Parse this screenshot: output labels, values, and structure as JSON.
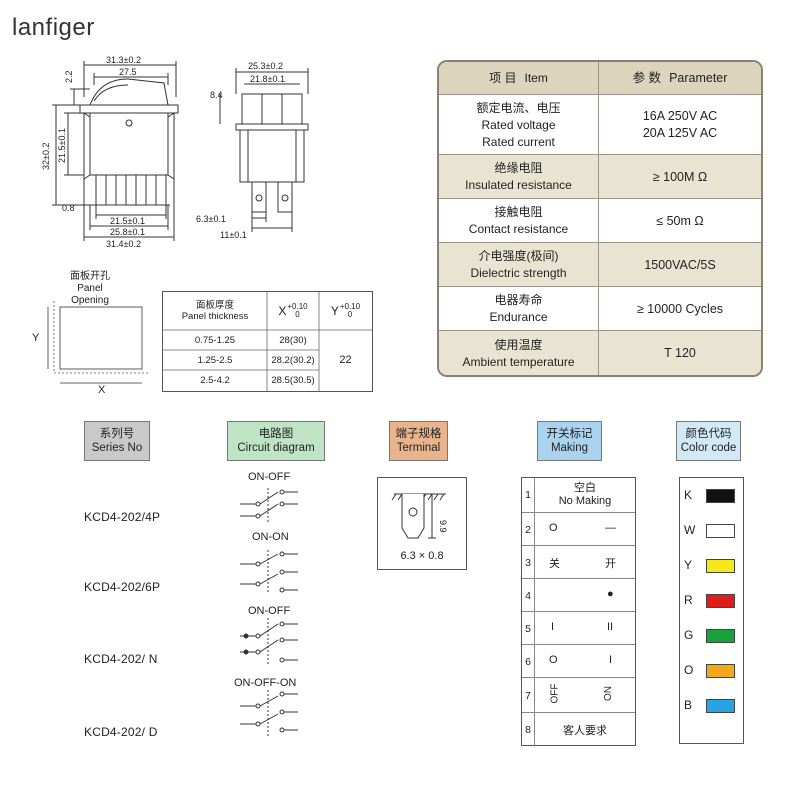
{
  "brand": "lanfiger",
  "front_view": {
    "dim_top_outer": "31.3±0.2",
    "dim_top_inner": "27.5",
    "dim_left_small": "2.2",
    "dim_left_height": "32±0.2",
    "dim_left_body": "21.5±0.1",
    "dim_left_bottom": "0.8",
    "dim_bottom_1": "21.5±0.1",
    "dim_bottom_2": "25.8±0.1",
    "dim_bottom_3": "31.4±0.2"
  },
  "side_view": {
    "dim_top_outer": "25.3±0.2",
    "dim_top_inner": "21.8±0.1",
    "dim_left": "8.4",
    "dim_terminal": "6.3±0.1",
    "dim_spacing": "11±0.1"
  },
  "panel_opening": {
    "title_cn": "面板开孔",
    "title_en": "Panel Opening",
    "x_label": "X",
    "y_label": "Y"
  },
  "thickness_table": {
    "header_thickness_cn": "面板厚度",
    "header_thickness_en": "Panel thickness",
    "header_x": "X",
    "header_x_tol_plus": "+0.10",
    "header_x_tol_zero": "0",
    "header_y": "Y",
    "header_y_tol_plus": "+0.10",
    "header_y_tol_zero": "0",
    "rows": [
      {
        "thickness": "0.75-1.25",
        "x": "28(30)"
      },
      {
        "thickness": "1.25-2.5",
        "x": "28.2(30.2)"
      },
      {
        "thickness": "2.5-4.2",
        "x": "28.5(30.5)"
      }
    ],
    "y_value": "22"
  },
  "params": {
    "header_item_cn": "项 目",
    "header_item_en": "Item",
    "header_param_cn": "参 数",
    "header_param_en": "Parameter",
    "rows": [
      {
        "cn": "额定电流、电压",
        "en1": "Rated voltage",
        "en2": "Rated current",
        "v1": "16A 250V AC",
        "v2": "20A 125V AC"
      },
      {
        "cn": "绝缘电阻",
        "en1": "Insulated resistance",
        "v1": "≥ 100M Ω"
      },
      {
        "cn": "接触电阻",
        "en1": "Contact resistance",
        "v1": "≤ 50m Ω"
      },
      {
        "cn": "介电强度(极间)",
        "en1": "Dielectric strength",
        "v1": "1500VAC/5S"
      },
      {
        "cn": "电器寿命",
        "en1": "Endurance",
        "v1": "≥ 10000 Cycles"
      },
      {
        "cn": "使用温度",
        "en1": "Ambient temperature",
        "v1": "T 120"
      }
    ]
  },
  "headers": {
    "series_cn": "系列号",
    "series_en": "Series No",
    "circuit_cn": "电路图",
    "circuit_en": "Circuit diagram",
    "terminal_cn": "端子规格",
    "terminal_en": "Terminal",
    "making_cn": "开关标记",
    "making_en": "Making",
    "color_cn": "颜色代码",
    "color_en": "Color code"
  },
  "colors": {
    "series_header_bg": "#c9c9c9",
    "circuit_header_bg": "#bfe3c5",
    "terminal_header_bg": "#e9b48b",
    "making_header_bg": "#a9d3ef",
    "color_header_bg": "#d1e9f6"
  },
  "series": [
    {
      "model": "KCD4-202/4P",
      "circuit": "ON-OFF"
    },
    {
      "model": "KCD4-202/6P",
      "circuit": "ON-ON"
    },
    {
      "model": "KCD4-202/ N",
      "circuit": "ON-OFF"
    },
    {
      "model": "KCD4-202/ D",
      "circuit": "ON-OFF-ON"
    }
  ],
  "terminal": {
    "dim_height": "9.9",
    "dim_size": "6.3 × 0.8"
  },
  "making": {
    "rows": [
      {
        "num": "1",
        "line1": "空白",
        "line2": "No Making"
      },
      {
        "num": "2",
        "left": "O",
        "right": "—"
      },
      {
        "num": "3",
        "left": "关",
        "right": "开"
      },
      {
        "num": "4",
        "left": "",
        "right": "●"
      },
      {
        "num": "5",
        "left": "I",
        "right": "II"
      },
      {
        "num": "6",
        "left": "O",
        "right": "I"
      },
      {
        "num": "7",
        "left": "OFF",
        "right": "ON"
      },
      {
        "num": "8",
        "line1": "客人要求"
      }
    ]
  },
  "color_codes": [
    {
      "letter": "K",
      "hex": "#111111"
    },
    {
      "letter": "W",
      "hex": "#ffffff"
    },
    {
      "letter": "Y",
      "hex": "#f4e81c"
    },
    {
      "letter": "R",
      "hex": "#e01b1b"
    },
    {
      "letter": "G",
      "hex": "#19a23a"
    },
    {
      "letter": "O",
      "hex": "#f3a81b"
    },
    {
      "letter": "B",
      "hex": "#2aa2e3"
    }
  ]
}
